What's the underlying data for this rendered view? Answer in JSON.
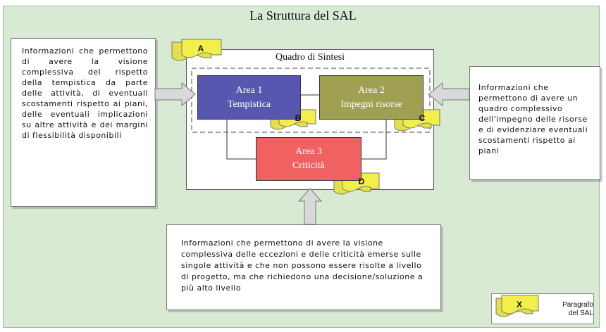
{
  "title": "La Struttura del SAL",
  "quadro_title": "Quadro di Sintesi",
  "areas": [
    {
      "line1": "Area 1",
      "line2": "Tempistica",
      "color": "#5757b0"
    },
    {
      "line1": "Area 2",
      "line2": "Impegni risorse",
      "color": "#a0a052"
    },
    {
      "line1": "Area 3",
      "line2": "Criticità",
      "color": "#f06262"
    }
  ],
  "boxes": {
    "left": "Informazioni che permettono di avere la visione complessiva del rispetto della tempistica da parte delle attività, di eventuali scostamenti rispetto ai piani, delle eventuali implicazioni su altre attività e dei margini di flessibilità disponibili",
    "right": "Informazioni che permettono di avere un quadro complessivo dell'impegno delle risorse e di evidenziare eventuali scostamenti rispetto ai piani",
    "bottom": "Informazioni che permettono di avere la visione complessiva delle eccezioni e delle criticità emerse sulle singole attività e che non possono essere risolte a livello di progetto, ma che richiedono una decisione/soluzione a più alto livello"
  },
  "tags": [
    "A",
    "B",
    "C",
    "D"
  ],
  "legend": {
    "letter": "X",
    "label_line1": "Paragrafo",
    "label_line2": "del SAL"
  },
  "colors": {
    "background": "#d8ead3",
    "tag_fill": "#f2ef4a",
    "arrow_fill": "#d9d9d9"
  }
}
